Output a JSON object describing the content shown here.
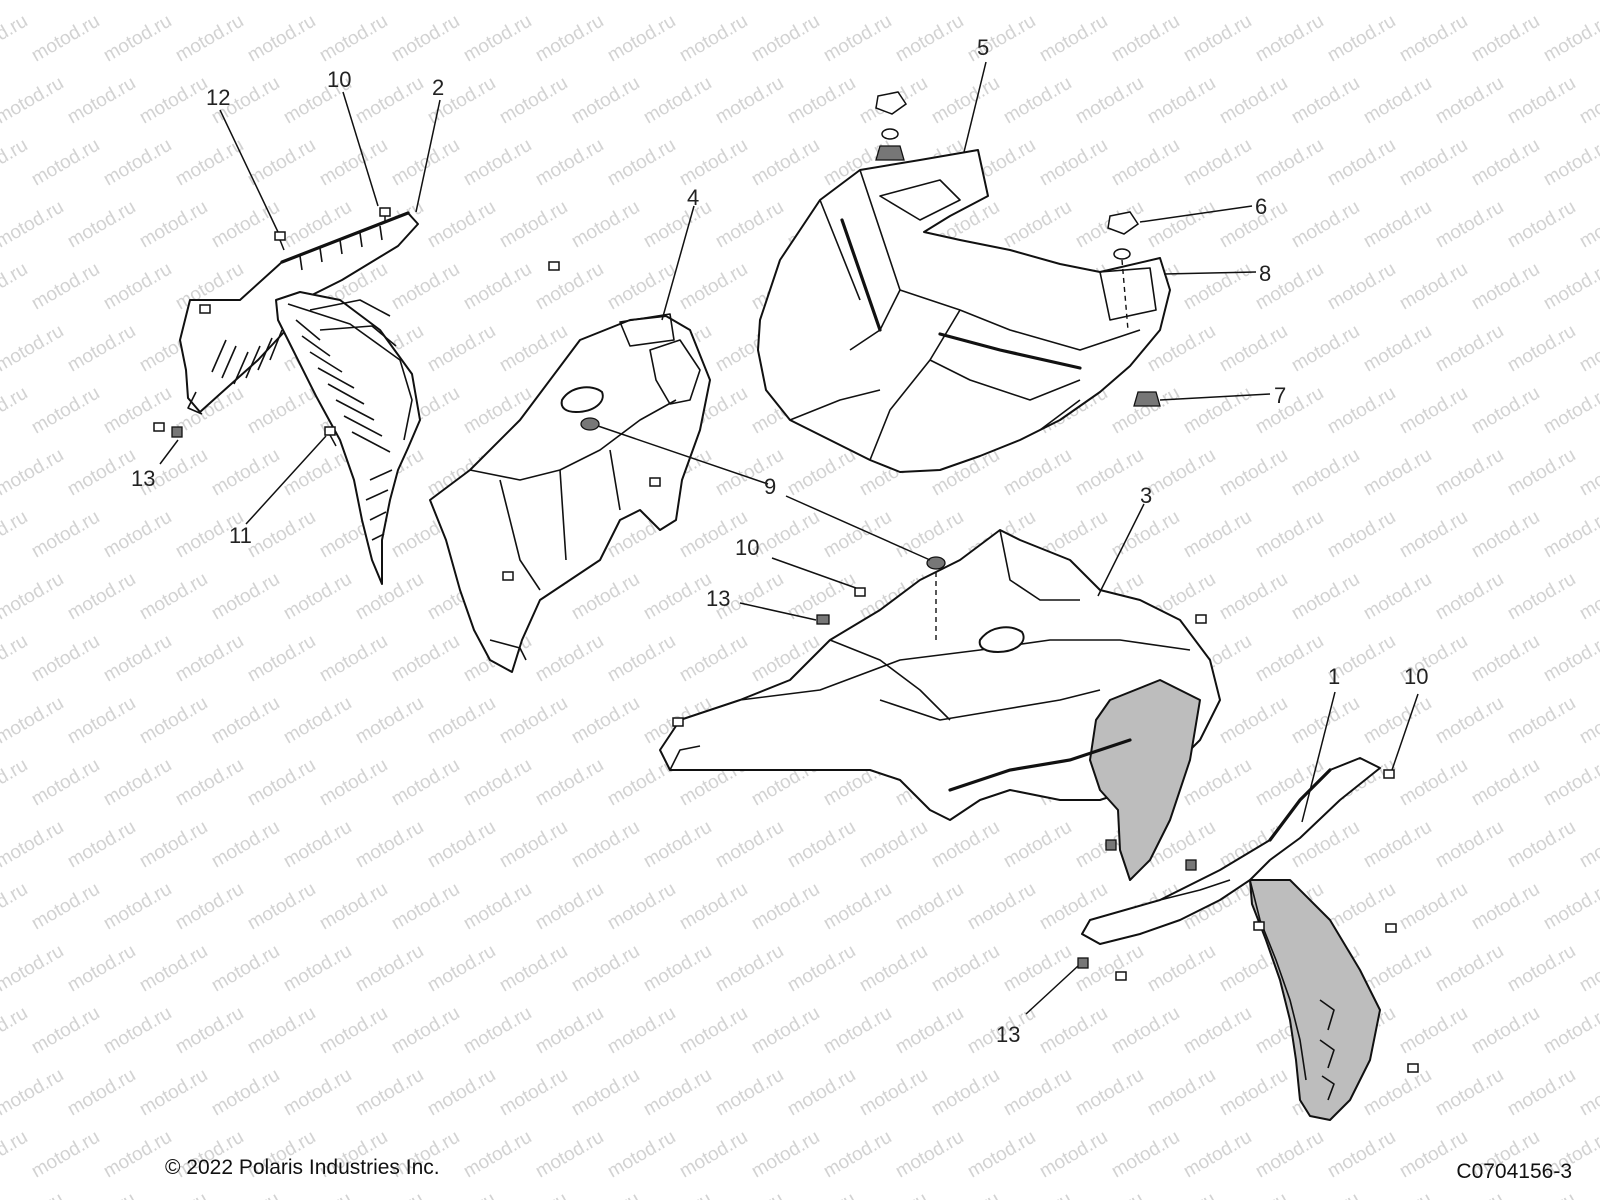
{
  "watermark": {
    "text": "motod.ru",
    "color": "#d2d2d2"
  },
  "callouts": [
    {
      "id": "c12",
      "text": "12"
    },
    {
      "id": "c10a",
      "text": "10"
    },
    {
      "id": "c2",
      "text": "2"
    },
    {
      "id": "c4",
      "text": "4"
    },
    {
      "id": "c5",
      "text": "5"
    },
    {
      "id": "c6",
      "text": "6"
    },
    {
      "id": "c8",
      "text": "8"
    },
    {
      "id": "c7",
      "text": "7"
    },
    {
      "id": "c13a",
      "text": "13"
    },
    {
      "id": "c11",
      "text": "11"
    },
    {
      "id": "c9",
      "text": "9"
    },
    {
      "id": "c3",
      "text": "3"
    },
    {
      "id": "c10b",
      "text": "10"
    },
    {
      "id": "c13b",
      "text": "13"
    },
    {
      "id": "c1",
      "text": "1"
    },
    {
      "id": "c10c",
      "text": "10"
    },
    {
      "id": "c13c",
      "text": "13"
    }
  ],
  "footer": {
    "copyright": "© 2022 Polaris Industries Inc.",
    "drawing_number": "C0704156-3"
  },
  "colors": {
    "line": "#111111",
    "shade": "#bdbdbd",
    "background": "#ffffff"
  }
}
